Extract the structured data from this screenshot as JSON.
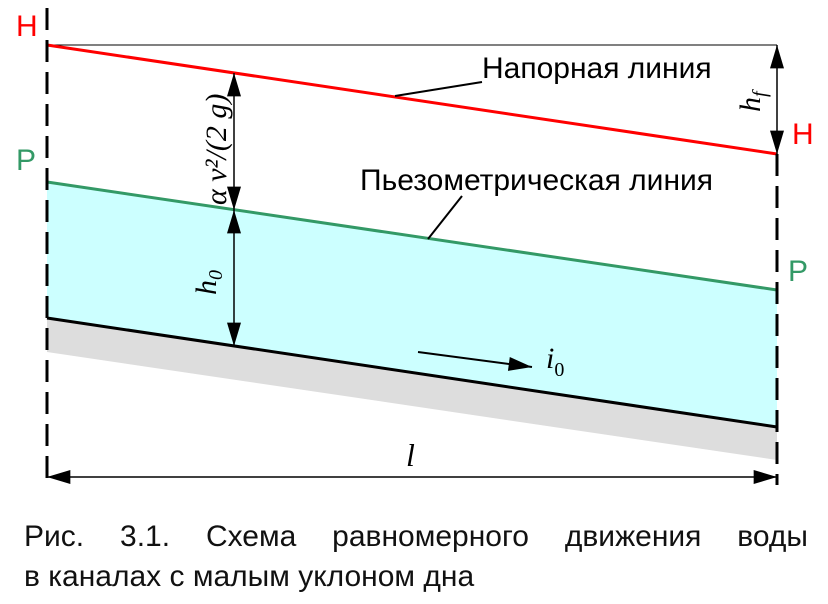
{
  "labels": {
    "head_left": "H",
    "head_right": "H",
    "piezo_left": "P",
    "piezo_right": "P",
    "head_line": "Напорная линия",
    "piezo_line": "Пьезометрическая линия",
    "velocity_head": "α v²/(2 g)",
    "depth": "h",
    "depth_sub": "0",
    "loss": "h",
    "loss_sub": "f",
    "slope": "i",
    "slope_sub": "0",
    "length": "l"
  },
  "caption": {
    "line1": "Рис. 3.1. Схема равномерного движения воды",
    "line2": "в каналах с малым уклоном дна"
  },
  "colors": {
    "head": "#ff0000",
    "piezo": "#339966",
    "water": "#ccffff",
    "bed": "#dddddd"
  }
}
